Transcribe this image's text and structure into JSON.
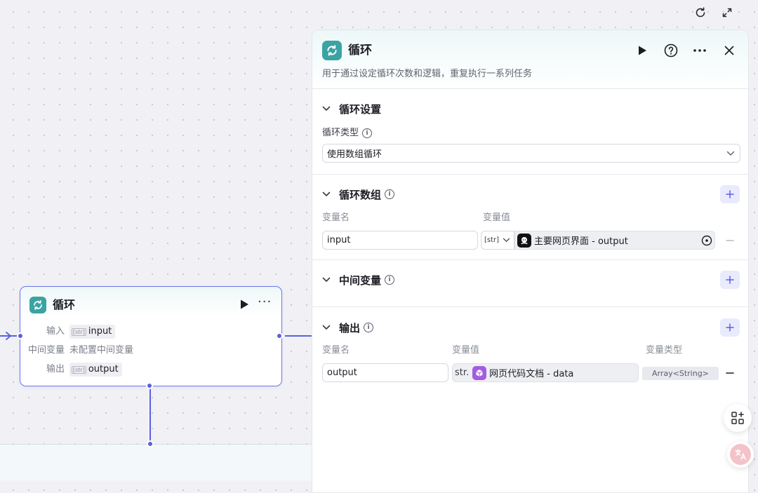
{
  "canvas": {
    "node": {
      "title": "循环",
      "input_label": "输入",
      "input_value": "input",
      "middle_label": "中间变量",
      "middle_value": "未配置中间变量",
      "output_label": "输出",
      "output_value": "output",
      "type_tag": "[str]"
    }
  },
  "panel": {
    "title": "循环",
    "description": "用于通过设定循环次数和逻辑，重复执行一系列任务",
    "loop_settings": {
      "title": "循环设置",
      "type_label": "循环类型",
      "type_value": "使用数组循环"
    },
    "loop_array": {
      "title": "循环数组",
      "col_name": "变量名",
      "col_value": "变量值",
      "name_value": "input",
      "type_tag": "[str]",
      "ref_value": "主要网页界面 - output"
    },
    "middle_vars": {
      "title": "中间变量"
    },
    "outputs": {
      "title": "输出",
      "col_name": "变量名",
      "col_value": "变量值",
      "col_type": "变量类型",
      "name_value": "output",
      "type_prefix": "str.",
      "ref_value": "网页代码文档 - data",
      "var_type": "Array<String>"
    }
  },
  "colors": {
    "accent": "#5a61e0",
    "loop_icon": "#3ba3a3",
    "doc_icon": "#a35ce0"
  },
  "icons": [
    "refresh-icon",
    "expand-icon",
    "loop-icon",
    "play-icon",
    "help-icon",
    "more-icon",
    "close-icon",
    "chevron-down-icon",
    "info-icon",
    "plus-icon",
    "minus-icon",
    "target-icon",
    "bot-icon",
    "cube-icon",
    "apps-icon",
    "translate-icon"
  ]
}
